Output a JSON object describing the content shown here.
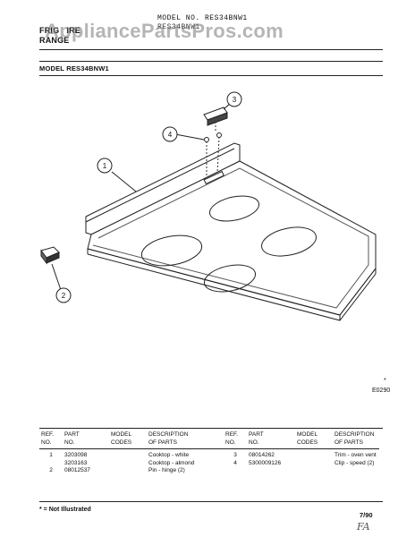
{
  "watermark": "AppliancePartsPros.com",
  "header": {
    "brand_line1": "FRIG   IRE",
    "brand_line2": "RANGE",
    "model_no": "MODEL NO. RES34BNW1",
    "model_sub": "RES34BNW1"
  },
  "section": {
    "model_heading": "MODEL RES34BNW1"
  },
  "diagram": {
    "callouts": [
      "1",
      "2",
      "3",
      "4"
    ],
    "figure_code": "E0290",
    "star_mark": "*"
  },
  "table": {
    "headers_left": {
      "ref": "REF.\nNO.",
      "part": "PART\nNO.",
      "model_codes": "MODEL\nCODES",
      "description": "DESCRIPTION\nOF PARTS"
    },
    "headers_right": {
      "ref": "REF.\nNO.",
      "part": "PART\nNO.",
      "model_codes": "MODEL\nCODES",
      "description": "DESCRIPTION\nOF PARTS"
    },
    "rows": [
      {
        "ref_l": "1",
        "part_l": "3203098",
        "codes_l": "",
        "desc_l": "Cooktop - white",
        "ref_r": "3",
        "part_r": "08014262",
        "codes_r": "",
        "desc_r": "Trim - oven vent"
      },
      {
        "ref_l": "",
        "part_l": "3203163",
        "codes_l": "",
        "desc_l": "Cooktop - almond",
        "ref_r": "4",
        "part_r": "5300009126",
        "codes_r": "",
        "desc_r": "Clip - speed (2)"
      },
      {
        "ref_l": "2",
        "part_l": "08012537",
        "codes_l": "",
        "desc_l": "Pin - hinge (2)",
        "ref_r": "",
        "part_r": "",
        "codes_r": "",
        "desc_r": ""
      }
    ]
  },
  "footer": {
    "not_illustrated": "* = Not Illustrated",
    "date": "7/90",
    "signature": "FA"
  }
}
